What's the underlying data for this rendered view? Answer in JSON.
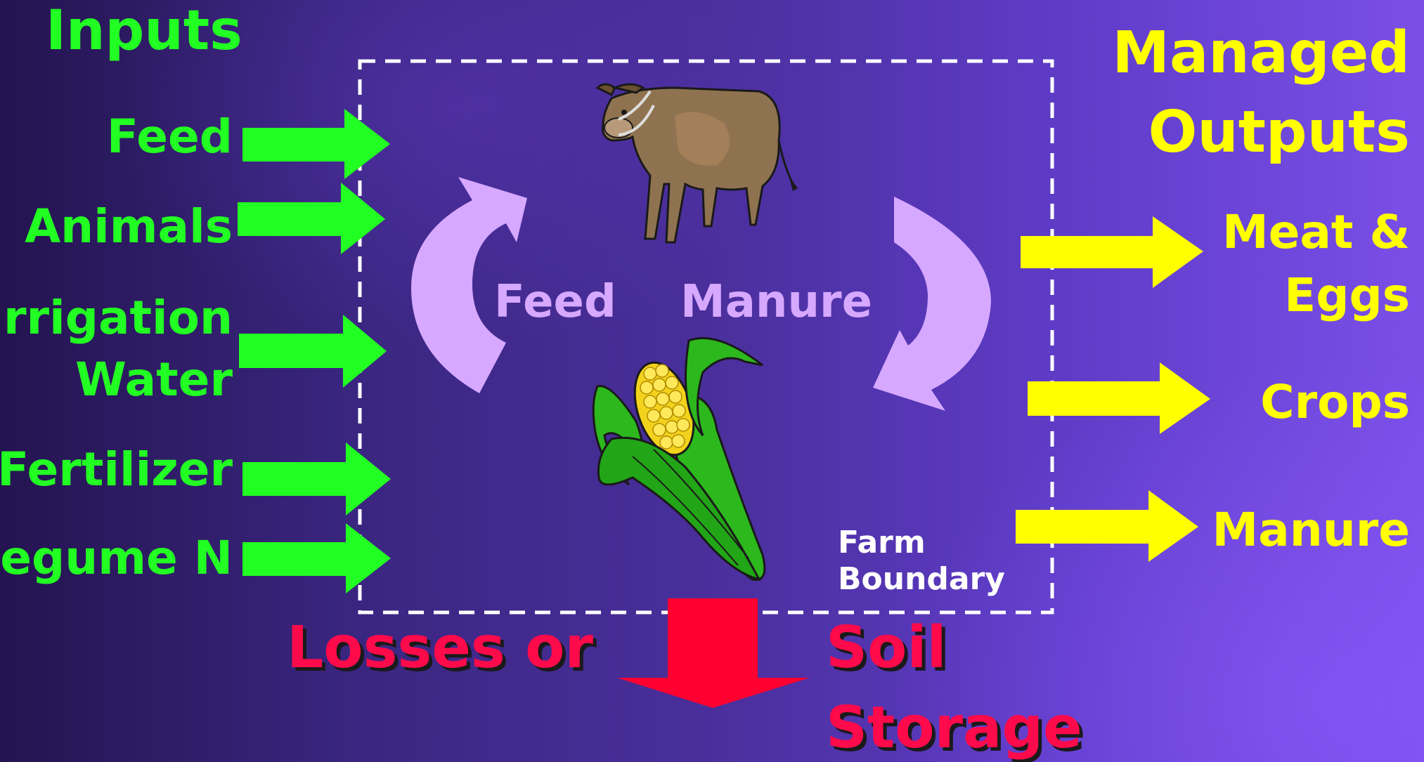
{
  "inputs": {
    "title": "Inputs",
    "items": [
      "Feed",
      "Animals",
      "Irrigation",
      "Water",
      "Fertilizer",
      "Legume N"
    ]
  },
  "outputs": {
    "title_line1": "Managed",
    "title_line2": "Outputs",
    "items": [
      "Meat &",
      "Eggs",
      "Crops",
      "Manure"
    ]
  },
  "cycle": {
    "feed_label": "Feed",
    "manure_label": "Manure",
    "animal_icon": "cow-icon",
    "crop_icon": "corn-icon"
  },
  "boundary": {
    "line1": "Farm",
    "line2": "Boundary"
  },
  "losses": {
    "left": "Losses or",
    "right_line1": "Soil",
    "right_line2": "Storage"
  },
  "colors": {
    "inputs": "#22ff22",
    "outputs": "#ffff00",
    "cycle": "#d6a8ff",
    "losses": "#ff0a4a",
    "boundary": "#ffffff"
  }
}
